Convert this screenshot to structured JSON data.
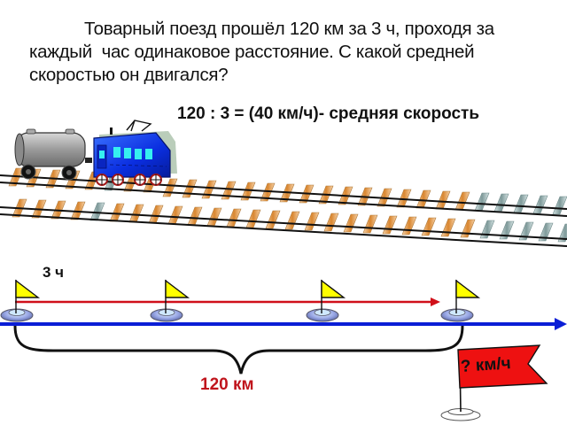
{
  "problem": {
    "lines": [
      "Товарный поезд прошёл 120 км за 3 ч, проходя за",
      "каждый  час одинаковое расстояние. С какой средней",
      "скоростью он двигался?"
    ]
  },
  "solution": {
    "text": "120 : 3 = (40 км/ч)- средняя скорость"
  },
  "diagram": {
    "time_label": "3 ч",
    "distance_label": "120 км",
    "unknown_flag_label": "? км/ч",
    "checkpoint_flags": 4,
    "colors": {
      "time_arrow": "#d0101a",
      "axis_arrow": "#0a1ed6",
      "checkpoint_flag": "#ffff00",
      "unknown_flag": "#ee1111",
      "distance_label": "#c0141c",
      "locomotive": "#1a3cf0",
      "tank_car": "#9a9a9a",
      "sleeper_orange": "#d9862f",
      "sleeper_grey": "#8fa8a8"
    }
  }
}
